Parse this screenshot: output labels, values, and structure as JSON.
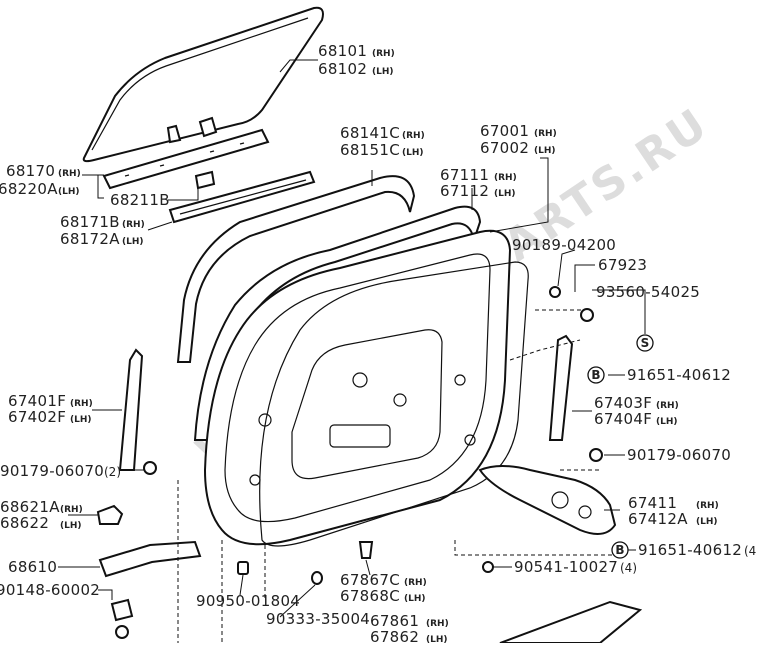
{
  "watermark": "WWW.JAPANCARTS.RU",
  "callouts": [
    {
      "id": "c68101",
      "num": "68101",
      "side": "(RH)"
    },
    {
      "id": "c68102",
      "num": "68102",
      "side": "(LH)"
    },
    {
      "id": "c68170",
      "num": "68170",
      "side": "(RH)"
    },
    {
      "id": "c68220A",
      "num": "68220A",
      "side": "(LH)"
    },
    {
      "id": "c68211B",
      "num": "68211B",
      "side": ""
    },
    {
      "id": "c68171B",
      "num": "68171B",
      "side": "(RH)"
    },
    {
      "id": "c68172A",
      "num": "68172A",
      "side": "(LH)"
    },
    {
      "id": "c68141C",
      "num": "68141C",
      "side": "(RH)"
    },
    {
      "id": "c68151C",
      "num": "68151C",
      "side": "(LH)"
    },
    {
      "id": "c67001",
      "num": "67001",
      "side": "(RH)"
    },
    {
      "id": "c67002",
      "num": "67002",
      "side": "(LH)"
    },
    {
      "id": "c67111",
      "num": "67111",
      "side": "(RH)"
    },
    {
      "id": "c67112",
      "num": "67112",
      "side": "(LH)"
    },
    {
      "id": "c90189",
      "num": "90189-04200",
      "side": ""
    },
    {
      "id": "c67923",
      "num": "67923",
      "side": ""
    },
    {
      "id": "c93560",
      "num": "93560-54025",
      "side": ""
    },
    {
      "id": "c91651a",
      "num": "91651-40612",
      "side": ""
    },
    {
      "id": "c67403F",
      "num": "67403F",
      "side": "(RH)"
    },
    {
      "id": "c67404F",
      "num": "67404F",
      "side": "(LH)"
    },
    {
      "id": "c90179b",
      "num": "90179-06070",
      "side": ""
    },
    {
      "id": "c67401F",
      "num": "67401F",
      "side": "(RH)"
    },
    {
      "id": "c67402F",
      "num": "67402F",
      "side": "(LH)"
    },
    {
      "id": "c90179a",
      "num": "90179-06070",
      "side": ""
    },
    {
      "id": "c67411",
      "num": "67411",
      "side": "(RH)"
    },
    {
      "id": "c67412A",
      "num": "67412A",
      "side": "(LH)"
    },
    {
      "id": "c91651b",
      "num": "91651-40612",
      "side": ""
    },
    {
      "id": "c68621A",
      "num": "68621A",
      "side": "(RH)"
    },
    {
      "id": "c68622",
      "num": "68622",
      "side": "(LH)"
    },
    {
      "id": "c68610",
      "num": "68610",
      "side": ""
    },
    {
      "id": "c90148",
      "num": "90148-60002",
      "side": ""
    },
    {
      "id": "c90541",
      "num": "90541-10027",
      "side": ""
    },
    {
      "id": "c90950",
      "num": "90950-01804",
      "side": ""
    },
    {
      "id": "c90333",
      "num": "90333-35004",
      "side": ""
    },
    {
      "id": "c67867C",
      "num": "67867C",
      "side": "(RH)"
    },
    {
      "id": "c67868C",
      "num": "67868C",
      "side": "(LH)"
    },
    {
      "id": "c67861",
      "num": "67861",
      "side": "(RH)"
    },
    {
      "id": "c67862",
      "num": "67862",
      "side": "(LH)"
    }
  ],
  "quantities": {
    "q90179a": "(2)",
    "q91651b": "(4",
    "q90541": "(4)"
  },
  "symbols": {
    "b1": "B",
    "b2": "B",
    "s1": "S"
  }
}
